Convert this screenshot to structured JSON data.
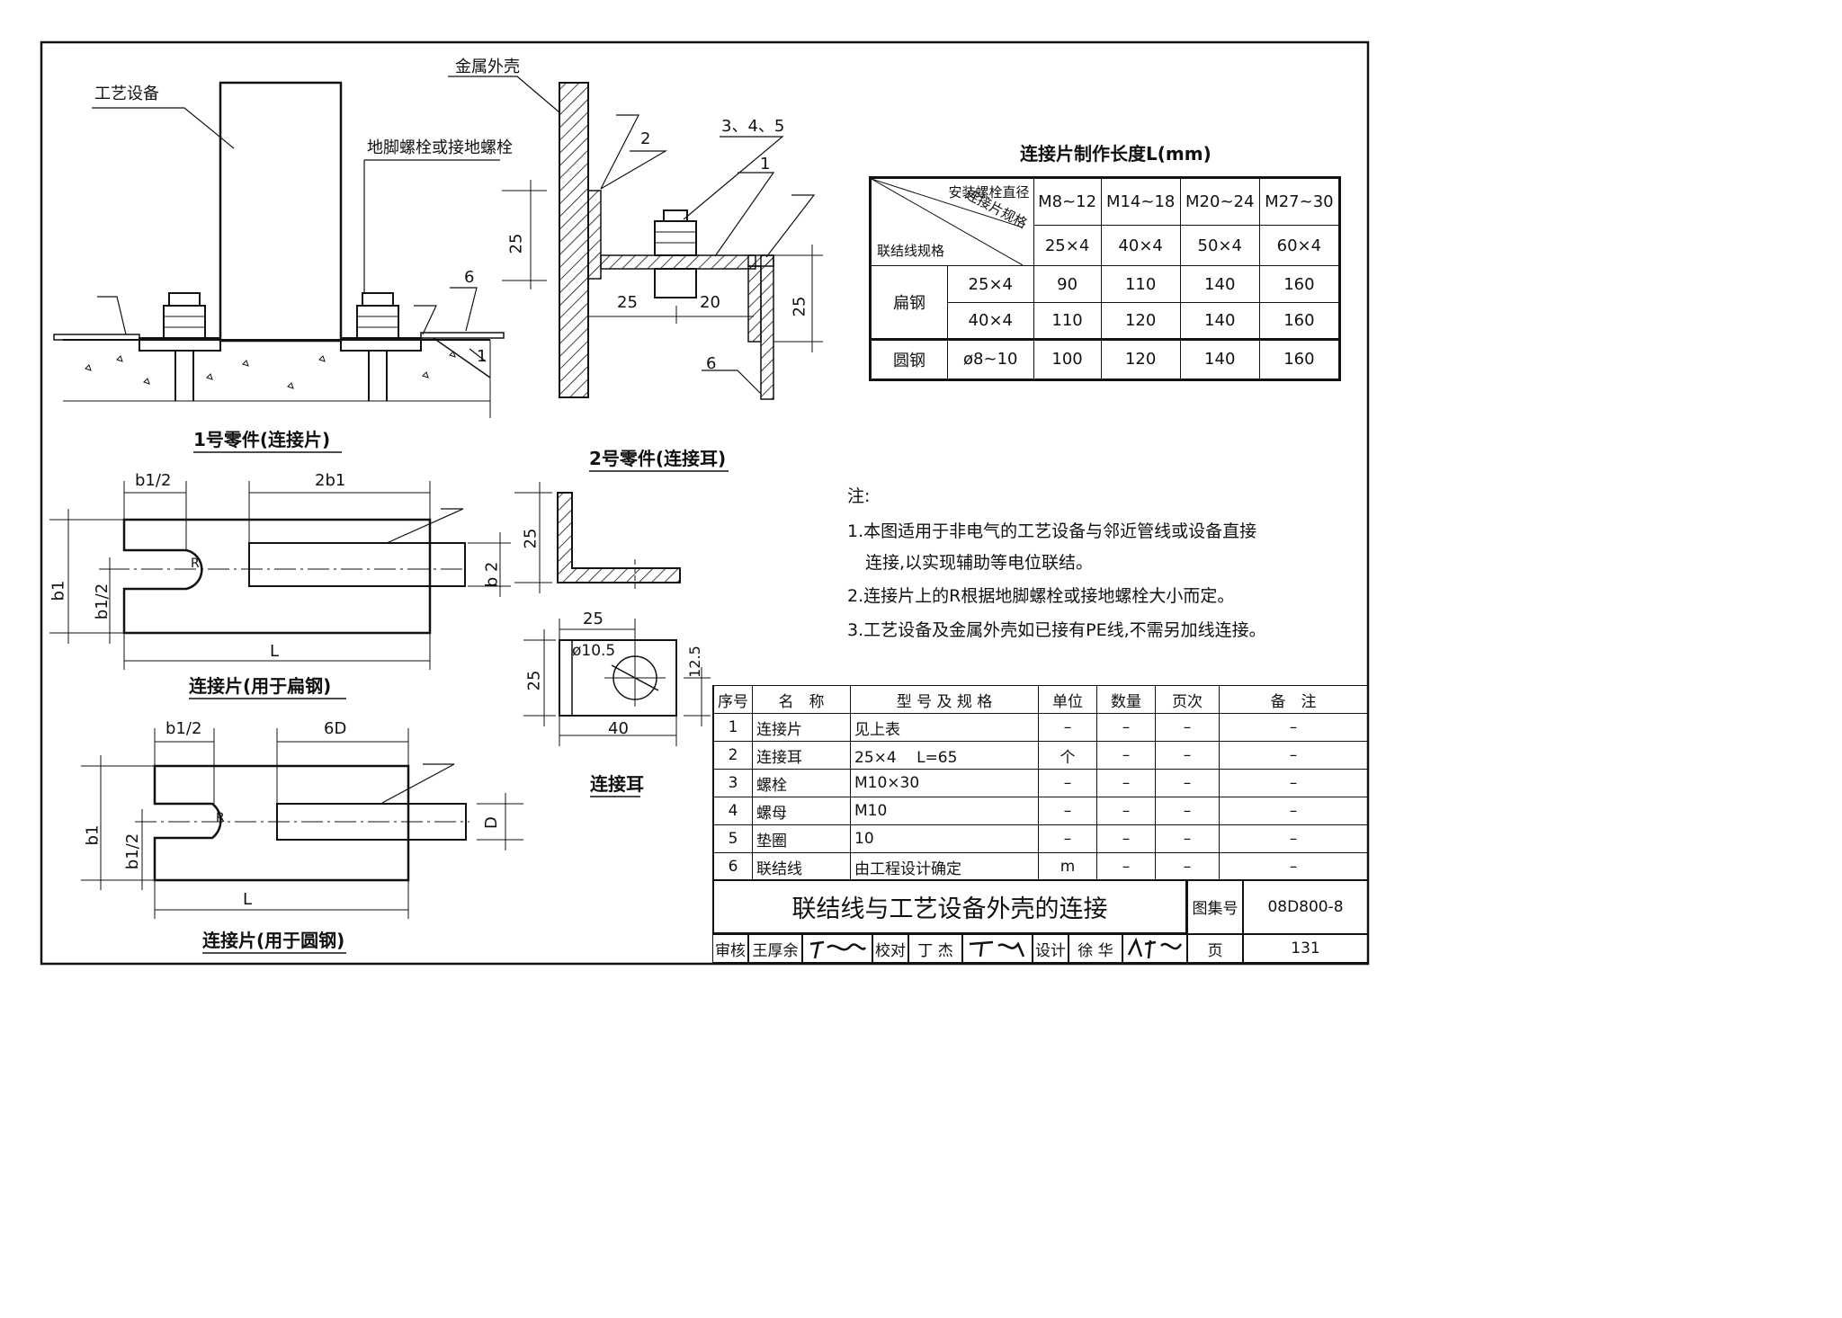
{
  "labels": {
    "equipment": "工艺设备",
    "metal_shell": "金属外壳",
    "anchor_bolt": "地脚螺栓或接地螺栓",
    "part1_title": "1号零件(连接片)",
    "part2_title": "2号零件(连接耳)",
    "flat_title": "连接片(用于扁钢)",
    "round_title": "连接片(用于圆钢)",
    "ear_title": "连接耳",
    "callout_2": "2",
    "callout_345": "3、4、5",
    "callout_1": "1",
    "callout_6": "6",
    "dim_25": "25",
    "dim_20": "20",
    "dim_b1_half": "b1/2",
    "dim_2b1": "2b1",
    "dim_b1": "b1",
    "dim_b2": "b 2",
    "dim_L": "L",
    "dim_6D": "6D",
    "dim_D": "D",
    "dim_R": "R",
    "dim_40": "40",
    "dim_12_5": "12.5",
    "dim_phi": "ø10.5"
  },
  "length_table": {
    "title": "连接片制作长度L(mm)",
    "diag_top": "安装螺栓直径",
    "diag_mid": "连接片规格",
    "diag_bottom": "联结线规格",
    "bolt_ranges": [
      "M8~12",
      "M14~18",
      "M20~24",
      "M27~30"
    ],
    "plate_specs": [
      "25×4",
      "40×4",
      "50×4",
      "60×4"
    ],
    "groups": [
      {
        "name": "扁钢",
        "rows": [
          {
            "spec": "25×4",
            "values": [
              "90",
              "110",
              "140",
              "160"
            ]
          },
          {
            "spec": "40×4",
            "values": [
              "110",
              "120",
              "140",
              "160"
            ]
          }
        ]
      },
      {
        "name": "圆钢",
        "rows": [
          {
            "spec": "ø8~10",
            "values": [
              "100",
              "120",
              "140",
              "160"
            ]
          }
        ]
      }
    ]
  },
  "notes": {
    "heading": "注:",
    "items": [
      "1.本图适用于非电气的工艺设备与邻近管线或设备直接",
      "连接,以实现辅助等电位联结。",
      "2.连接片上的R根据地脚螺栓或接地螺栓大小而定。",
      "3.工艺设备及金属外壳如已接有PE线,不需另加线连接。"
    ]
  },
  "bom": {
    "headers": [
      "序号",
      "名　称",
      "型 号 及 规 格",
      "单位",
      "数量",
      "页次",
      "备　注"
    ],
    "rows": [
      [
        "1",
        "连接片",
        "见上表",
        "–",
        "–",
        "–",
        "–"
      ],
      [
        "2",
        "连接耳",
        "25×4　 L=65",
        "个",
        "–",
        "–",
        "–"
      ],
      [
        "3",
        "螺栓",
        "M10×30",
        "–",
        "–",
        "–",
        "–"
      ],
      [
        "4",
        "螺母",
        "M10",
        "–",
        "–",
        "–",
        "–"
      ],
      [
        "5",
        "垫圈",
        "10",
        "–",
        "–",
        "–",
        "–"
      ],
      [
        "6",
        "联结线",
        "由工程设计确定",
        "m",
        "–",
        "–",
        "–"
      ]
    ]
  },
  "title_block": {
    "title": "联结线与工艺设备外壳的连接",
    "atlas_label": "图集号",
    "atlas_no": "08D800-8",
    "review_label": "审核",
    "reviewer": "王厚余",
    "check_label": "校对",
    "checker": "丁 杰",
    "design_label": "设计",
    "designer": "徐 华",
    "page_label": "页",
    "page_no": "131"
  }
}
